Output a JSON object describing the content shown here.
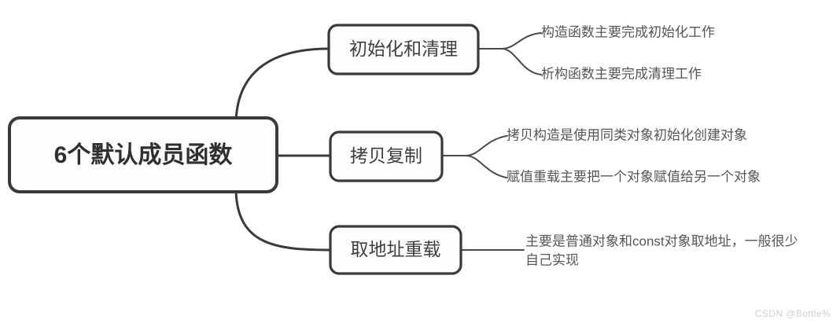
{
  "diagram": {
    "type": "mind-map",
    "title": "6个默认成员函数",
    "orientation": "left-to-right",
    "colors": {
      "background": "#ffffff",
      "node_fill": "#fdfdfd",
      "node_stroke": "#3a3a3a",
      "root_text": "#2f2f2f",
      "branch_text": "#3f3f3f",
      "leaf_text": "#555555",
      "watermark_text": "#cfcfcf"
    },
    "root": {
      "label": "6个默认成员函数"
    },
    "branches": [
      {
        "label": "初始化和清理",
        "leaves": [
          {
            "lines": [
              "构造函数主要完成初始化工作"
            ]
          },
          {
            "lines": [
              "析构函数主要完成清理工作"
            ]
          }
        ]
      },
      {
        "label": "拷贝复制",
        "leaves": [
          {
            "lines": [
              "拷贝构造是使用同类对象初始化创建对象"
            ]
          },
          {
            "lines": [
              "赋值重载主要把一个对象赋值给另一个对象"
            ]
          }
        ]
      },
      {
        "label": "取地址重载",
        "leaves": [
          {
            "lines": [
              "主要是普通对象和const对象取地址，一般很少",
              "自己实现"
            ]
          }
        ]
      }
    ]
  },
  "watermark": {
    "text": "CSDN @Bottle%"
  }
}
